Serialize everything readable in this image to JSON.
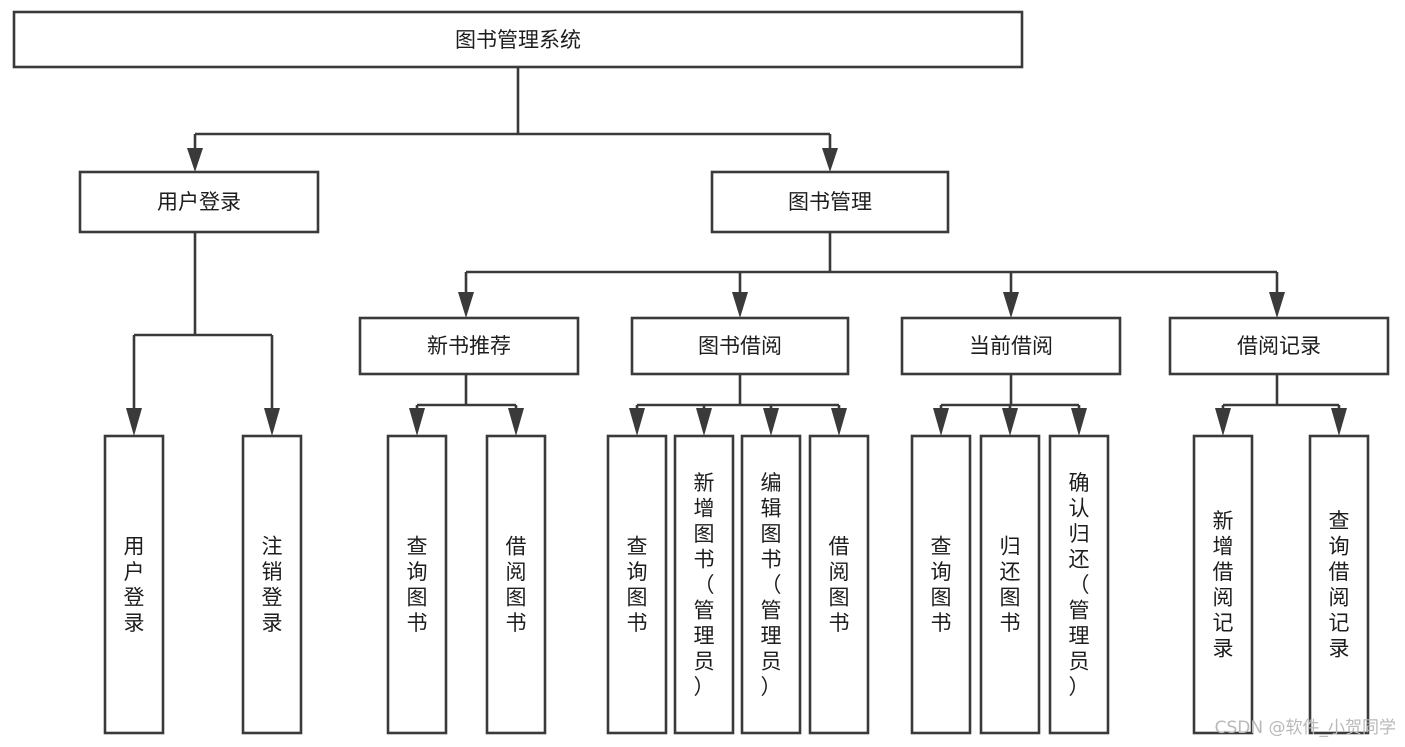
{
  "diagram": {
    "type": "tree-hierarchy",
    "title": "图书管理系统",
    "orientation": "top-down",
    "root": {
      "id": "root",
      "label": "图书管理系统"
    },
    "level1": [
      {
        "id": "user-login",
        "label": "用户登录"
      },
      {
        "id": "book-manage",
        "label": "图书管理"
      }
    ],
    "level2": [
      {
        "id": "new-book-recommend",
        "label": "新书推荐",
        "parent": "book-manage"
      },
      {
        "id": "book-borrow",
        "label": "图书借阅",
        "parent": "book-manage"
      },
      {
        "id": "current-borrow",
        "label": "当前借阅",
        "parent": "book-manage"
      },
      {
        "id": "borrow-record",
        "label": "借阅记录",
        "parent": "book-manage"
      }
    ],
    "leaves": [
      {
        "id": "leaf-user-login",
        "label": "用户登录",
        "parent": "user-login"
      },
      {
        "id": "leaf-logout",
        "label": "注销登录",
        "parent": "user-login"
      },
      {
        "id": "leaf-query-book-1",
        "label": "查询图书",
        "parent": "new-book-recommend"
      },
      {
        "id": "leaf-borrow-book-1",
        "label": "借阅图书",
        "parent": "new-book-recommend"
      },
      {
        "id": "leaf-query-book-2",
        "label": "查询图书",
        "parent": "book-borrow"
      },
      {
        "id": "leaf-add-book",
        "label": "新增图书（管理员）",
        "parent": "book-borrow"
      },
      {
        "id": "leaf-edit-book",
        "label": "编辑图书（管理员）",
        "parent": "book-borrow"
      },
      {
        "id": "leaf-borrow-book-2",
        "label": "借阅图书",
        "parent": "book-borrow"
      },
      {
        "id": "leaf-query-book-3",
        "label": "查询图书",
        "parent": "current-borrow"
      },
      {
        "id": "leaf-return-book",
        "label": "归还图书",
        "parent": "current-borrow"
      },
      {
        "id": "leaf-confirm-return",
        "label": "确认归还（管理员）",
        "parent": "current-borrow"
      },
      {
        "id": "leaf-add-record",
        "label": "新增借阅记录",
        "parent": "borrow-record"
      },
      {
        "id": "leaf-query-record",
        "label": "查询借阅记录",
        "parent": "borrow-record"
      }
    ],
    "colors": {
      "box_fill": "#ffffff",
      "box_stroke": "#3a3a3a",
      "text": "#1d1d1d",
      "background": "#ffffff",
      "watermark": "#b9b9b9"
    }
  },
  "watermark": {
    "text": "CSDN @软件_小贺同学"
  }
}
